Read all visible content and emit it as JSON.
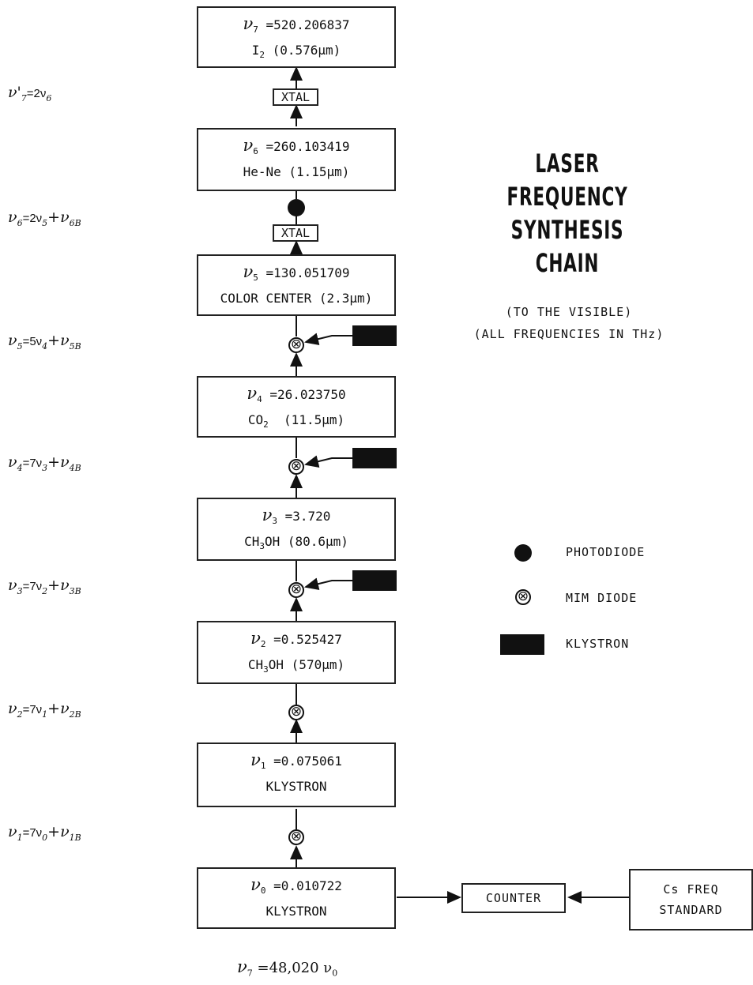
{
  "title_lines": [
    "LASER",
    "FREQUENCY",
    "SYNTHESIS",
    "CHAIN"
  ],
  "subtitle_lines": [
    "(TO THE VISIBLE)",
    "(ALL FREQUENCIES IN THz)"
  ],
  "stages": [
    {
      "sym": "ν",
      "sub": "7",
      "value": "=520.206837",
      "source": "I",
      "source_sub": "2",
      "wavelength": "(0.576μm)"
    },
    {
      "sym": "ν",
      "sub": "6",
      "value": "=260.103419",
      "source": "He-Ne",
      "source_sub": "",
      "wavelength": "(1.15μm)"
    },
    {
      "sym": "ν",
      "sub": "5",
      "value": "=130.051709",
      "source": "COLOR CENTER",
      "source_sub": "",
      "wavelength": "(2.3μm)"
    },
    {
      "sym": "ν",
      "sub": "4",
      "value": "=26.023750",
      "source": "CO",
      "source_sub": "2",
      "wavelength": "(11.5μm)"
    },
    {
      "sym": "ν",
      "sub": "3",
      "value": "=3.720",
      "source": "CH",
      "source_sub": "3",
      "source_tail": "OH",
      "wavelength": "(80.6μm)"
    },
    {
      "sym": "ν",
      "sub": "2",
      "value": "=0.525427",
      "source": "CH",
      "source_sub": "3",
      "source_tail": "OH",
      "wavelength": "(570μm)"
    },
    {
      "sym": "ν",
      "sub": "1",
      "value": "=0.075061",
      "source": "KLYSTRON",
      "source_sub": "",
      "wavelength": ""
    },
    {
      "sym": "ν",
      "sub": "0",
      "value": "=0.010722",
      "source": "KLYSTRON",
      "source_sub": "",
      "wavelength": ""
    }
  ],
  "relations": [
    {
      "lhs": "ν'",
      "lhs_sub": "7",
      "rhs": "=2ν",
      "rhs_sub": "6",
      "extra": "",
      "extra_sub": ""
    },
    {
      "lhs": "ν",
      "lhs_sub": "6",
      "rhs": "=2ν",
      "rhs_sub": "5",
      "extra": "+ν",
      "extra_sub": "6B"
    },
    {
      "lhs": "ν",
      "lhs_sub": "5",
      "rhs": "=5ν",
      "rhs_sub": "4",
      "extra": "+ν",
      "extra_sub": "5B"
    },
    {
      "lhs": "ν",
      "lhs_sub": "4",
      "rhs": "=7ν",
      "rhs_sub": "3",
      "extra": "+ν",
      "extra_sub": "4B"
    },
    {
      "lhs": "ν",
      "lhs_sub": "3",
      "rhs": "=7ν",
      "rhs_sub": "2",
      "extra": "+ν",
      "extra_sub": "3B"
    },
    {
      "lhs": "ν",
      "lhs_sub": "2",
      "rhs": "=7ν",
      "rhs_sub": "1",
      "extra": "+ν",
      "extra_sub": "2B"
    },
    {
      "lhs": "ν",
      "lhs_sub": "1",
      "rhs": "=7ν",
      "rhs_sub": "0",
      "extra": "+ν",
      "extra_sub": "1B"
    }
  ],
  "xtal_label": "XTAL",
  "legend": {
    "photodiode": "PHOTODIODE",
    "mim_diode": "MIM DIODE",
    "klystron": "KLYSTRON"
  },
  "mim_symbol": "⊗",
  "counter_label": "COUNTER",
  "cs_standard_lines": [
    "Cs FREQ",
    "STANDARD"
  ],
  "footer": {
    "lhs": "ν",
    "lhs_sub": "7",
    "rhs": "=48,020 ν",
    "rhs_sub": "0"
  }
}
